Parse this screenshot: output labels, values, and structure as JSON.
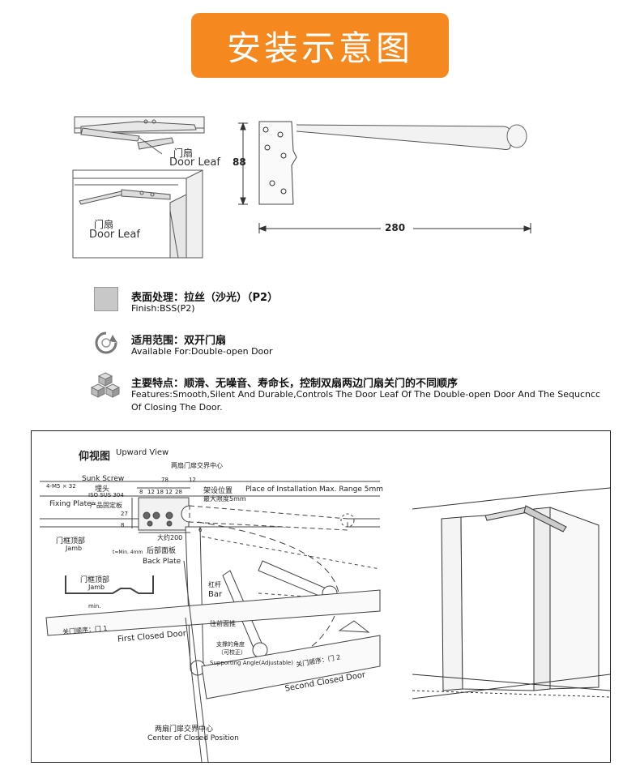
{
  "header": {
    "title": "安装示意图"
  },
  "top_diagram": {
    "door_leaf_cn_1": "门扇",
    "door_leaf_en_1": "Door Leaf",
    "door_leaf_cn_2": "门扇",
    "door_leaf_en_2": "Door Leaf",
    "dim_height": "88",
    "dim_length": "280"
  },
  "features": [
    {
      "icon": "finish-swatch-icon",
      "cn": "表面处理：拉丝（沙光）（P2）",
      "en": "Finish:BSS(P2)"
    },
    {
      "icon": "rotate-arrow-icon",
      "cn": "适用范围：双开门扇",
      "en": "Available For:Double-open Door"
    },
    {
      "icon": "cubes-icon",
      "cn": "主要特点：顺滑、无噪音、寿命长，控制双扇两边门扇关门的不同顺序",
      "en_line1": "Features:Smooth,Silent And Durable,Controls The Door Leaf Of The Double-open Door And The Sequcncc",
      "en_line2": "Of Closing The Door."
    }
  ],
  "drawing": {
    "upward_view_cn": "仰视图",
    "upward_view_en": "Upward View",
    "center_top": "两扇门扉交界中心",
    "sunk_screw_en": "Sunk Screw",
    "sunk_screw_cn": "埋头",
    "screw_spec": "4-M5 × 32",
    "iso": "ISO SUS 304",
    "fixing_plate_en": "Fixing Plate",
    "fixing_plate_cn": "产品固定板",
    "dim_78": "78",
    "dim_12": "12",
    "dims_small": [
      "8",
      "12",
      "18",
      "12",
      "28"
    ],
    "dim_27": "27",
    "dim_8": "8",
    "dim_6": "6",
    "install_cn": "架设位置",
    "install_max_cn": "最大限度5mm",
    "install_en": "Place of Installation Max. Range 5mm",
    "jamb_cn": "门框顶部",
    "jamb_en": "Jamb",
    "about200": "大约200",
    "tmin": "t=Min. 4mm",
    "back_plate_cn": "后部面板",
    "back_plate_en": "Back Plate",
    "jamb2_cn": "门框顶部",
    "jamb2_en": "Jamb",
    "min": "min.",
    "bar_cn": "杠杆",
    "bar_en": "Bar",
    "first_door_cn": "关门顺序：门 1",
    "first_door_en": "First Closed Door",
    "push_cn": "往前面推",
    "support_cn": "支撑的角度",
    "support_adj_cn": "（可校正）",
    "support_en": "Supporting Angle(Adjustable)",
    "second_door_cn": "关门顺序：门 2",
    "second_door_en": "Second Closed Door",
    "center_bottom_cn": "两扇门扉交界中心",
    "center_bottom_en": "Center of Closed Position"
  }
}
